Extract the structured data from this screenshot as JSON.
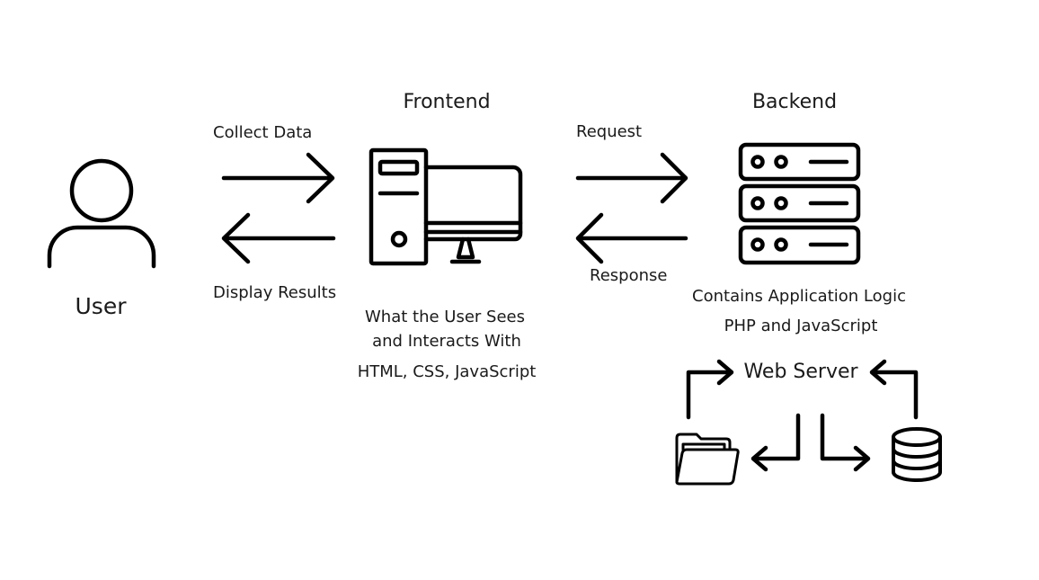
{
  "colors": {
    "stroke": "#000000",
    "text": "#1a1a1a",
    "background": "#ffffff"
  },
  "nodes": {
    "user": {
      "label": "User",
      "icon": "user-icon"
    },
    "frontend": {
      "title": "Frontend",
      "icon": "desktop-computer-icon",
      "desc_line1": "What the User Sees",
      "desc_line2": "and Interacts With",
      "tech": "HTML, CSS, JavaScript"
    },
    "backend": {
      "title": "Backend",
      "icon": "server-rack-icon",
      "desc": "Contains Application Logic",
      "tech": "PHP and JavaScript"
    },
    "web_server": {
      "label": "Web Server"
    },
    "files": {
      "icon": "folder-icon"
    },
    "database": {
      "icon": "database-icon"
    }
  },
  "edges": {
    "collect": "Collect Data",
    "display": "Display Results",
    "request": "Request",
    "response": "Response"
  }
}
